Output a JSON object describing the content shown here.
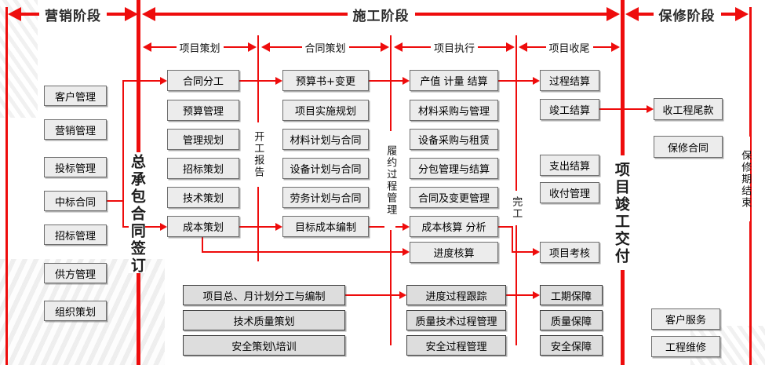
{
  "phases": {
    "marketing": "营销阶段",
    "construction": "施工阶段",
    "warranty": "保修阶段"
  },
  "sub_phases": {
    "planning": "项目策划",
    "contract": "合同策划",
    "execution": "项目执行",
    "closing": "项目收尾"
  },
  "milestones": {
    "contract_signing": "总承包合同签订",
    "commencement_report": "开工报告",
    "performance_mgmt": "履约过程管理",
    "completion": "完工",
    "handover": "项目竣工交付",
    "warranty_end": "保修期结束"
  },
  "boxes": {
    "marketing": [
      "客户管理",
      "营销管理",
      "投标管理",
      "中标合同",
      "招标管理",
      "供方管理",
      "组织策划"
    ],
    "planning": [
      "合同分工",
      "预算管理",
      "管理规划",
      "招标策划",
      "技术策划",
      "成本策划"
    ],
    "contract": [
      "预算书+变更",
      "项目实施规划",
      "材料计划与合同",
      "设备计划与合同",
      "劳务计划与合同",
      "目标成本编制"
    ],
    "execution": [
      "产值 计量 结算",
      "材料采购与管理",
      "设备采购与租赁",
      "分包管理与结算",
      "合同及变更管理",
      "成本核算 分析",
      "进度核算"
    ],
    "closing": [
      "过程结算",
      "竣工结算",
      "支出结算",
      "收付管理",
      "项目考核"
    ],
    "warranty": [
      "收工程尾款",
      "保修合同",
      "客户服务",
      "工程维修"
    ],
    "schedule_bottom": [
      "项目总、月计划分工与编制",
      "技术质量策划",
      "安全策划\\培训"
    ],
    "process_bottom": [
      "进度过程跟踪",
      "质量技术过程管理",
      "安全过程管理"
    ],
    "guarantee_bottom": [
      "工期保障",
      "质量保障",
      "安全保障"
    ]
  },
  "colors": {
    "line_red": "#ee0c0c",
    "box_fill": "#ececec",
    "box_fill_dark": "#dddddd",
    "box_border": "#6e6e6e",
    "text": "#111111"
  }
}
